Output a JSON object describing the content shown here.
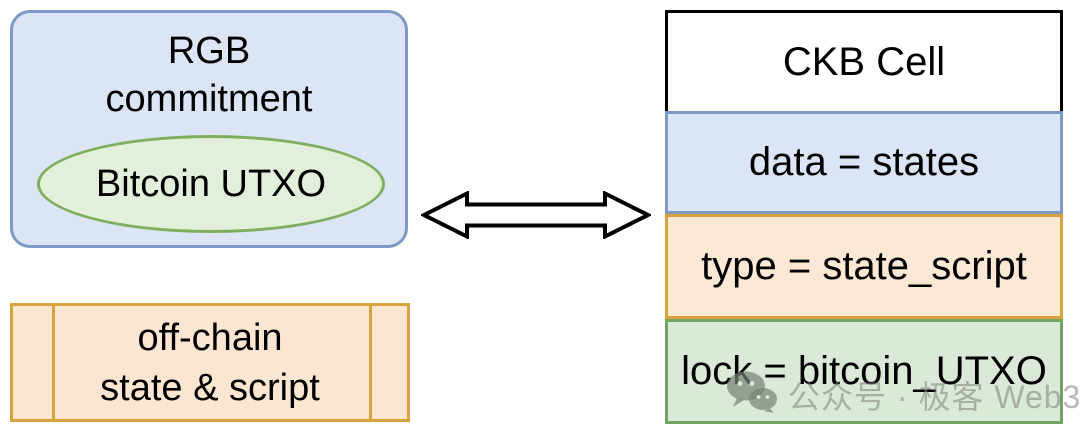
{
  "rgb_box": {
    "title_line1": "RGB",
    "title_line2": "commitment",
    "ellipse_label": "Bitcoin UTXO",
    "fill": "#dbe5f5",
    "border_color": "#7e99c5",
    "ellipse_fill": "#e2efda",
    "ellipse_border_color": "#7fae5f"
  },
  "offchain_box": {
    "line1": "off-chain",
    "line2": "state & script",
    "fill": "#fce6d1",
    "border_color": "#d8a33c"
  },
  "arrow": {
    "kind": "double-headed-horizontal",
    "stroke": "#000000",
    "fill": "#ffffff"
  },
  "ckb_cell": {
    "header": "CKB Cell",
    "header_fill": "#ffffff",
    "header_border_color": "#000000",
    "rows": [
      {
        "label": "data = states",
        "fill": "#dbe5f5",
        "border": "#7e99c5"
      },
      {
        "label": "type = state_script",
        "fill": "#fce8d5",
        "border": "#dba23a"
      },
      {
        "label": "lock = bitcoin_UTXO",
        "fill": "#dbe9d8",
        "border": "#74a465"
      }
    ]
  },
  "watermark": {
    "icon": "wechat-icon",
    "text": "公众号 · 极客 Web3"
  }
}
